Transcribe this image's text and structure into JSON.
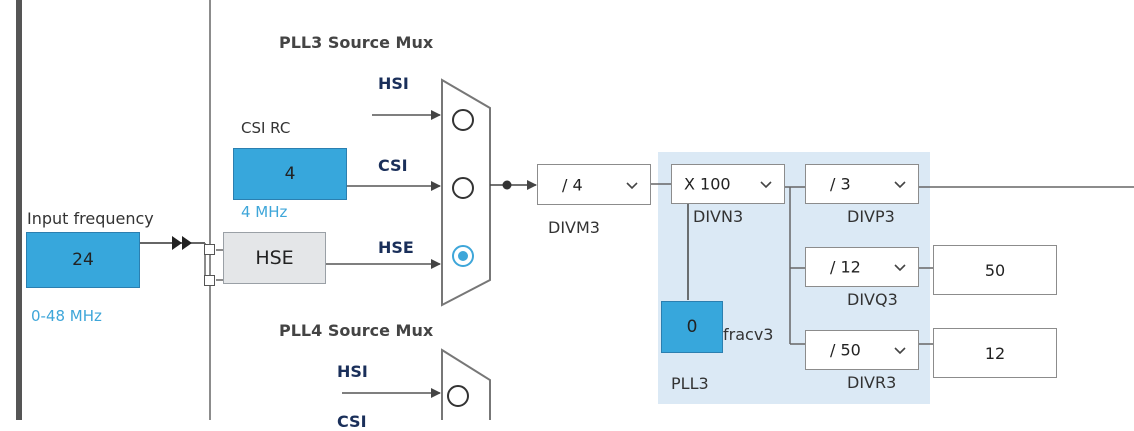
{
  "input": {
    "label": "Input frequency",
    "value": "24",
    "range": "0-48 MHz"
  },
  "csi": {
    "label": "CSI RC",
    "value": "4",
    "freq": "4 MHz"
  },
  "hse": {
    "label": "HSE"
  },
  "pll3_mux": {
    "title": "PLL3 Source Mux",
    "inputs": [
      "HSI",
      "CSI",
      "HSE"
    ],
    "selected": "HSE"
  },
  "pll4_mux": {
    "title": "PLL4 Source Mux",
    "inputs": [
      "HSI",
      "CSI"
    ]
  },
  "divm3": {
    "label": "DIVM3",
    "value": "/ 4"
  },
  "pll3": {
    "label": "PLL3",
    "divn3": {
      "label": "DIVN3",
      "value": "X 100"
    },
    "fracv3": {
      "label": "fracv3",
      "value": "0"
    },
    "divp3": {
      "label": "DIVP3",
      "value": "/ 3"
    },
    "divq3": {
      "label": "DIVQ3",
      "value": "/ 12"
    },
    "divr3": {
      "label": "DIVR3",
      "value": "/ 50"
    }
  },
  "outputs": {
    "q": "50",
    "r": "12"
  },
  "colors": {
    "accent": "#37a7dc",
    "pll_bg": "#dbe9f5",
    "label_blue": "#3ea6d9"
  }
}
